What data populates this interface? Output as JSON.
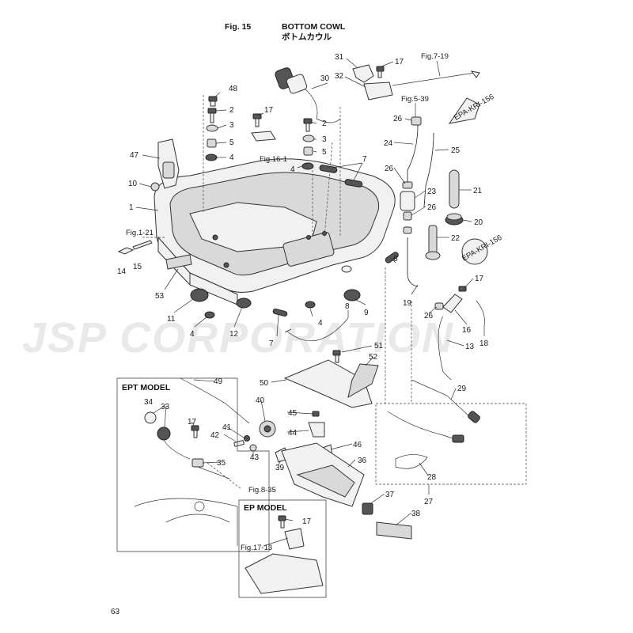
{
  "header": {
    "fig_number": "Fig. 15",
    "title": "BOTTOM COWL",
    "title_jp": "ボトムカウル"
  },
  "watermark": "JSP CORPORATION",
  "page_number": "63",
  "boxes": {
    "ept_title": "EPT MODEL",
    "ep_title": "EP MODEL"
  },
  "callouts": {
    "c1": "1",
    "c2a": "2",
    "c2b": "2",
    "c3a": "3",
    "c3b": "3",
    "c4a": "4",
    "c4b": "4",
    "c4c": "4",
    "c4d": "4",
    "c5a": "5",
    "c5b": "5",
    "c6": "6",
    "c7a": "7",
    "c7b": "7",
    "c8": "8",
    "c9": "9",
    "c10": "10",
    "c11": "11",
    "c12": "12",
    "c13": "13",
    "c14": "14",
    "c15": "15",
    "c16": "16",
    "c17a": "17",
    "c17b": "17",
    "c17c": "17",
    "c17d": "17",
    "c17e": "17",
    "c18": "18",
    "c19": "19",
    "c20": "20",
    "c21": "21",
    "c22": "22",
    "c23": "23",
    "c24": "24",
    "c25": "25",
    "c26a": "26",
    "c26b": "26",
    "c26c": "26",
    "c26d": "26",
    "c27": "27",
    "c28": "28",
    "c29": "29",
    "c30": "30",
    "c31": "31",
    "c32": "32",
    "c33": "33",
    "c34": "34",
    "c35": "35",
    "c36": "36",
    "c37": "37",
    "c38": "38",
    "c39": "39",
    "c40": "40",
    "c41": "41",
    "c42": "42",
    "c43": "43",
    "c44": "44",
    "c45": "45",
    "c46": "46",
    "c47": "47",
    "c48": "48",
    "c49": "49",
    "c50": "50",
    "c51": "51",
    "c52": "52",
    "c53": "53"
  },
  "references": {
    "fig_7_19": "Fig.7-19",
    "fig_5_39": "Fig.5-39",
    "fig_16_1": "Fig.16-1",
    "fig_1_21": "Fig.1-21",
    "fig_8_35": "Fig.8-35",
    "fig_17_13": "Fig.17-13"
  },
  "tags": {
    "epa_top": "EPA-KRI-156",
    "epa_bottom": "EPA-KRI-156"
  }
}
